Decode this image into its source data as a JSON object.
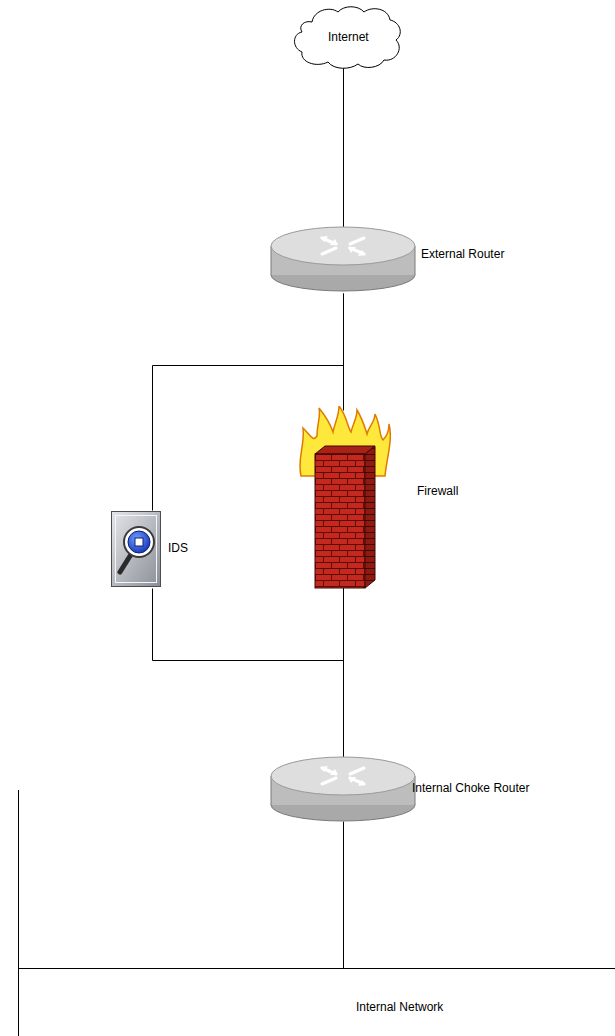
{
  "diagram": {
    "nodes": [
      {
        "text": [
          "Internet"
        ]
      },
      {
        "text": [
          "External Router"
        ]
      },
      {
        "text": [
          "Firewall"
        ]
      },
      {
        "text": [
          "IDS"
        ]
      },
      {
        "text": [
          "Internal Choke Router"
        ]
      },
      {
        "text": [
          "Internal Network"
        ]
      }
    ],
    "edges": [
      {
        "from": 0,
        "to": 1,
        "arrow": "none"
      },
      {
        "from": 1,
        "to": 2,
        "arrow": "none"
      },
      {
        "from": 1,
        "to": 3,
        "arrow": "none"
      },
      {
        "from": 3,
        "to": 4,
        "arrow": "none"
      },
      {
        "from": 2,
        "to": 4,
        "arrow": "none"
      },
      {
        "from": 4,
        "to": 5,
        "arrow": "none"
      }
    ]
  }
}
